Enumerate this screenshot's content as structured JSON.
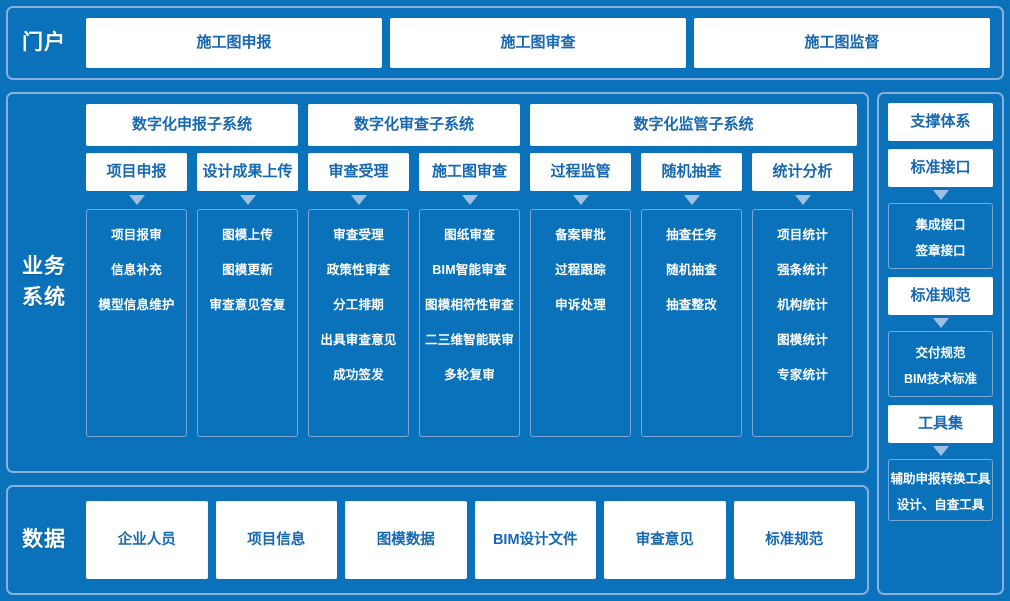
{
  "colors": {
    "background": "#0a72ba",
    "panel_border": "#8aaedd",
    "card_bg": "#ffffff",
    "card_text": "#1668b2",
    "label_text": "#ffffff",
    "arrow": "#9fc0e2",
    "detail_border": "#7ba6d6"
  },
  "portal": {
    "label": "门户",
    "cards": [
      {
        "label": "施工图申报"
      },
      {
        "label": "施工图审查"
      },
      {
        "label": "施工图监督"
      }
    ]
  },
  "business": {
    "label_line1": "业务",
    "label_line2": "系统",
    "subsystems": [
      {
        "label": "数字化申报子系统"
      },
      {
        "label": "数字化审查子系统"
      },
      {
        "label": "数字化监管子系统"
      }
    ],
    "columns": [
      {
        "head": "项目申报",
        "items": [
          "项目报审",
          "信息补充",
          "模型信息维护"
        ]
      },
      {
        "head": "设计成果上传",
        "items": [
          "图模上传",
          "图模更新",
          "审查意见答复"
        ]
      },
      {
        "head": "审查受理",
        "items": [
          "审查受理",
          "政策性审查",
          "分工排期",
          "出具审查意见",
          "成功签发"
        ]
      },
      {
        "head": "施工图审查",
        "items": [
          "图纸审查",
          "BIM智能审查",
          "图模相符性审查",
          "二三维智能联审",
          "多轮复审"
        ]
      },
      {
        "head": "过程监管",
        "items": [
          "备案审批",
          "过程跟踪",
          "申诉处理"
        ]
      },
      {
        "head": "随机抽查",
        "items": [
          "抽查任务",
          "随机抽查",
          "抽查整改"
        ]
      },
      {
        "head": "统计分析",
        "items": [
          "项目统计",
          "强条统计",
          "机构统计",
          "图模统计",
          "专家统计"
        ]
      }
    ]
  },
  "data": {
    "label": "数据",
    "cards": [
      {
        "label": "企业人员"
      },
      {
        "label": "项目信息"
      },
      {
        "label": "图模数据"
      },
      {
        "label": "BIM设计文件"
      },
      {
        "label": "审查意见"
      },
      {
        "label": "标准规范"
      }
    ]
  },
  "support": {
    "title": "支撑体系",
    "sections": [
      {
        "head": "标准接口",
        "items": [
          "集成接口",
          "签章接口"
        ]
      },
      {
        "head": "标准规范",
        "items": [
          "交付规范",
          "BIM技术标准"
        ]
      },
      {
        "head": "工具集",
        "items": [
          "辅助申报转换工具",
          "设计、自查工具"
        ]
      }
    ]
  }
}
